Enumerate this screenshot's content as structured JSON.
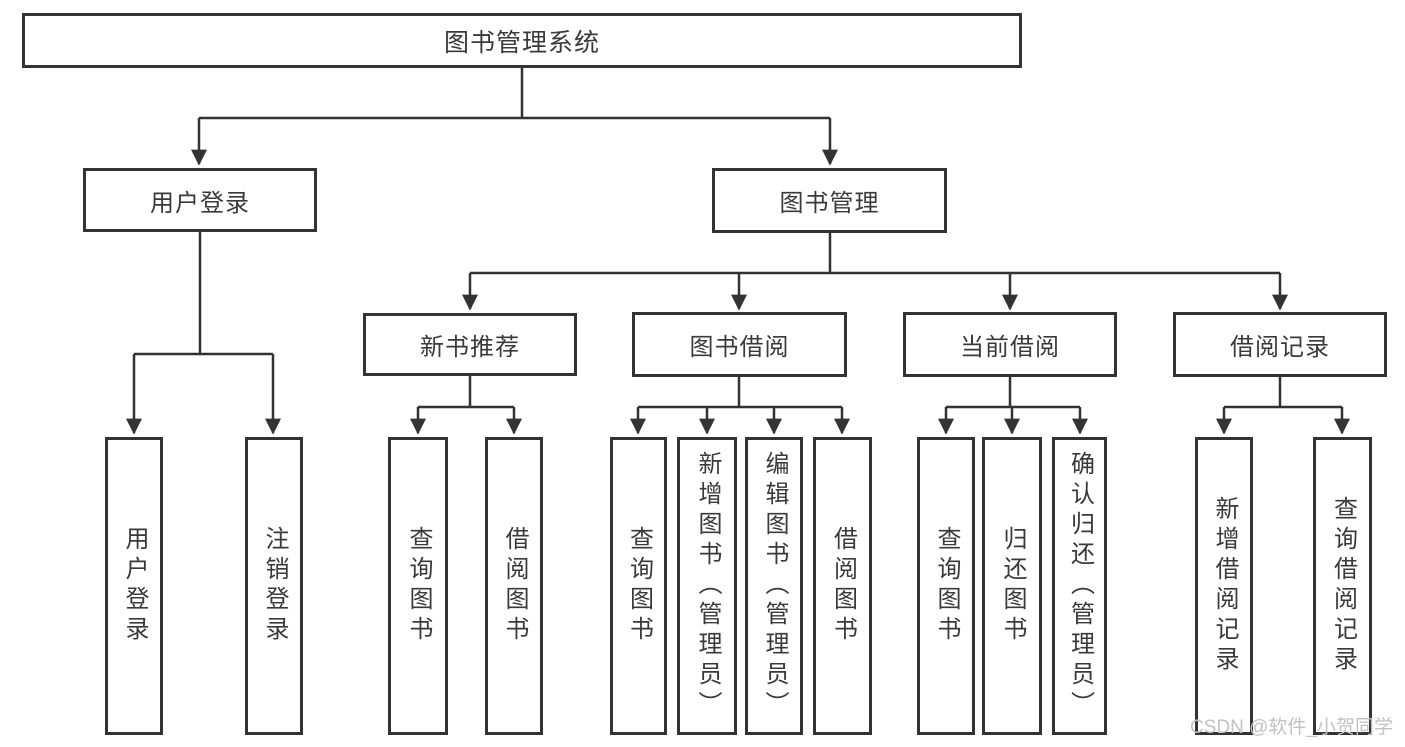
{
  "diagram": {
    "root": {
      "label": "图书管理系统"
    },
    "level2": [
      {
        "label": "用户登录"
      },
      {
        "label": "图书管理"
      }
    ],
    "level3": [
      {
        "label": "新书推荐"
      },
      {
        "label": "图书借阅"
      },
      {
        "label": "当前借阅"
      },
      {
        "label": "借阅记录"
      }
    ],
    "leaves": [
      {
        "label": "用户登录"
      },
      {
        "label": "注销登录"
      },
      {
        "label": "查询图书"
      },
      {
        "label": "借阅图书"
      },
      {
        "label": "查询图书"
      },
      {
        "label": "新增图书（管理员）"
      },
      {
        "label": "编辑图书（管理员）"
      },
      {
        "label": "借阅图书"
      },
      {
        "label": "查询图书"
      },
      {
        "label": "归还图书"
      },
      {
        "label": "确认归还（管理员）"
      },
      {
        "label": "新增借阅记录"
      },
      {
        "label": "查询借阅记录"
      }
    ]
  },
  "watermark": {
    "text": "CSDN @软件_小贺同学"
  },
  "colors": {
    "line": "#333333",
    "box_border": "#333333",
    "text": "#3a3a3a",
    "background": "#ffffff",
    "watermark": "#c2c2c2"
  }
}
